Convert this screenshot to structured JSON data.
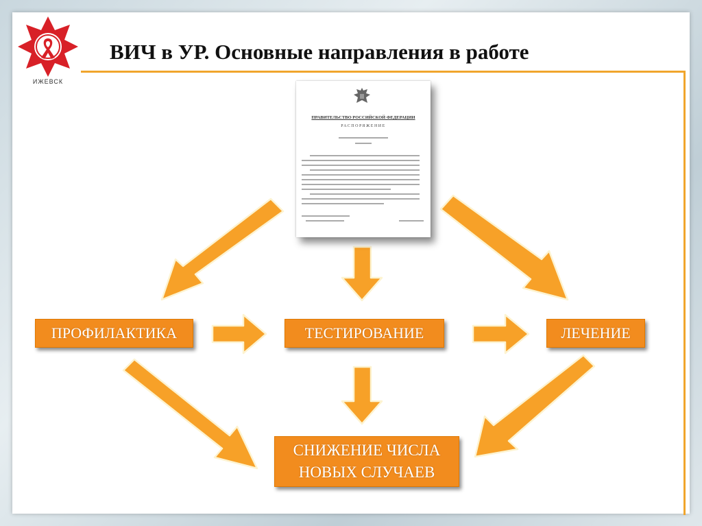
{
  "header": {
    "title": "ВИЧ в УР. Основные направления в работе",
    "logo_caption": "ИЖЕВСК"
  },
  "document": {
    "header": "ПРАВИТЕЛЬСТВО РОССИЙСКОЙ ФЕДЕРАЦИИ",
    "subheader": "РАСПОРЯЖЕНИЕ",
    "emblem": "coat-of-arms-icon"
  },
  "diagram": {
    "nodes": {
      "prevention": "ПРОФИЛАКТИКА",
      "testing": "ТЕСТИРОВАНИЕ",
      "treatment": "ЛЕЧЕНИЕ",
      "result_line1": "СНИЖЕНИЕ ЧИСЛА",
      "result_line2": "НОВЫХ СЛУЧАЕВ"
    }
  },
  "colors": {
    "accent": "#f28c1e",
    "arrow_fill": "#f7a128",
    "arrow_stroke": "#fdf3d0",
    "frame": "#f0a52c",
    "logo_red": "#d82027"
  }
}
